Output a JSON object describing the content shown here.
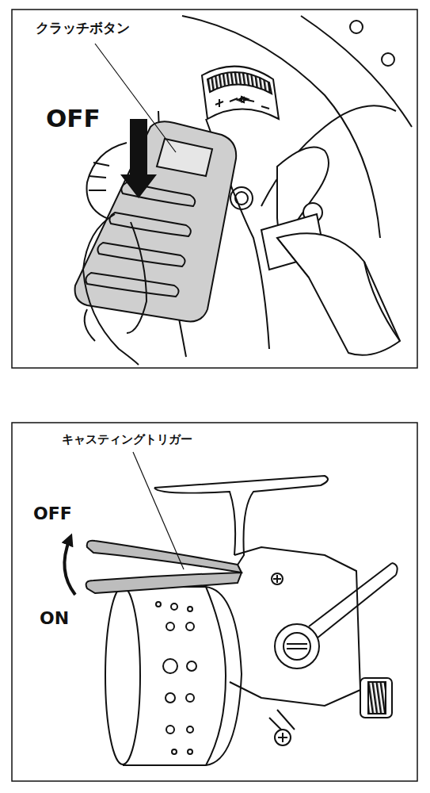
{
  "diagram": {
    "labels": [
      "クラッチボタン",
      "OFF",
      "キャスティングトリガー",
      "OFF",
      "ON"
    ]
  }
}
